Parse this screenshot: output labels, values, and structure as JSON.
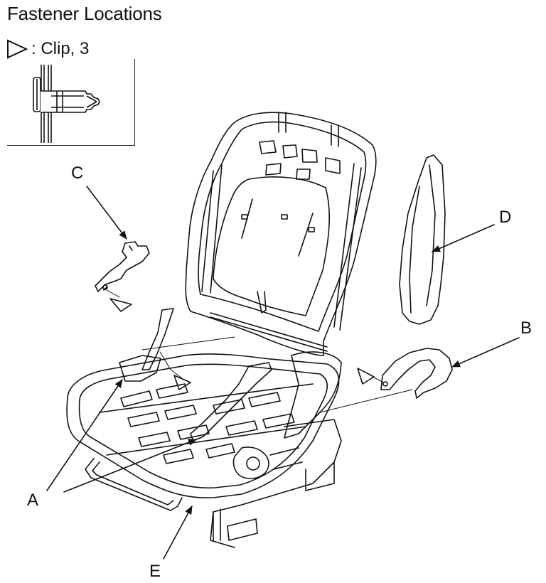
{
  "title": "Fastener Locations",
  "legend": {
    "symbol": "triangle-clip-icon",
    "text": ": Clip, 3"
  },
  "callouts": {
    "a": "A",
    "b": "B",
    "c": "C",
    "d": "D",
    "e": "E"
  },
  "colors": {
    "line": "#111111",
    "background": "#ffffff"
  }
}
